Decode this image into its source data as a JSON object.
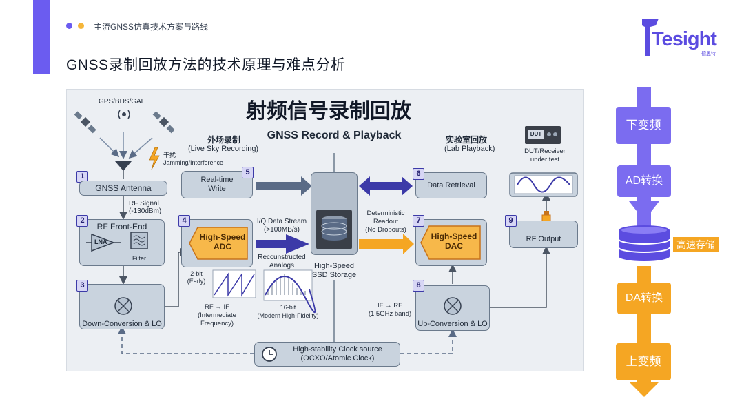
{
  "header": {
    "breadcrumb": "主流GNSS仿真技术方案与路线",
    "title": "GNSS录制回放方法的技术原理与难点分析",
    "dot_colors": [
      "#6b5cf0",
      "#f5b63a"
    ]
  },
  "logo": {
    "text": "Tesight",
    "sub": "德思特",
    "color": "#5b4ce0"
  },
  "diagram": {
    "title": "射频信号录制回放",
    "subtitle": "GNSS Record & Playback",
    "gnss_label": "GPS/BDS/GAL",
    "jamming_cn": "干扰",
    "jamming_en": "Jamming/Interference",
    "live_sky_cn": "外场录制",
    "live_sky_en": "(Live Sky Recording)",
    "lab_cn": "实验室回放",
    "lab_en": "(Lab Playback)",
    "dut_label": "DUT/Receiver\nunder test",
    "dut_screen": "DUT",
    "rf_signal": "RF Signal\n(-130dBm)",
    "iq_stream": "I/Q Data Stream\n(>100MB/s)",
    "deterministic": "Deterministic\nReadout\n(No Dropouts)",
    "reconstructed": "Reccunstructed\nAnalogs",
    "two_bit": "2-bit\n(Early)",
    "sixteen_bit": "16-bit\n(Modern High-Fidelity)",
    "rf_if": "RF → IF\n(Intermediate\nFrequency)",
    "if_rf": "IF → RF\n(1.5GHz band)",
    "storage": "High-Speed\nSSD Storage",
    "clock": "High-stability Clock source\n(OCXO/Atomic Clock)",
    "boxes": {
      "b1": {
        "num": "1",
        "label": "GNSS Antenna"
      },
      "b2": {
        "num": "2",
        "label": "RF Front-End",
        "lna": "LNA",
        "filter": "Filter"
      },
      "b3": {
        "num": "3",
        "label": "Down-Conversion & LO"
      },
      "b4": {
        "num": "4",
        "label": "High-Speed\nADC"
      },
      "b5": {
        "num": "5",
        "label": "Real-time\nWrite"
      },
      "b6": {
        "num": "6",
        "label": "Data Retrieval"
      },
      "b7": {
        "num": "7",
        "label": "High-Speed\nDAC"
      },
      "b8": {
        "num": "8",
        "label": "Up-Conversion & LO"
      },
      "b9": {
        "num": "9",
        "label": "RF Output"
      }
    }
  },
  "flow": {
    "steps": [
      "下变频",
      "AD转换",
      "DA转换",
      "上变频"
    ],
    "storage_label": "高速存储",
    "purple": "#7b6cf0",
    "orange": "#f5a623"
  }
}
